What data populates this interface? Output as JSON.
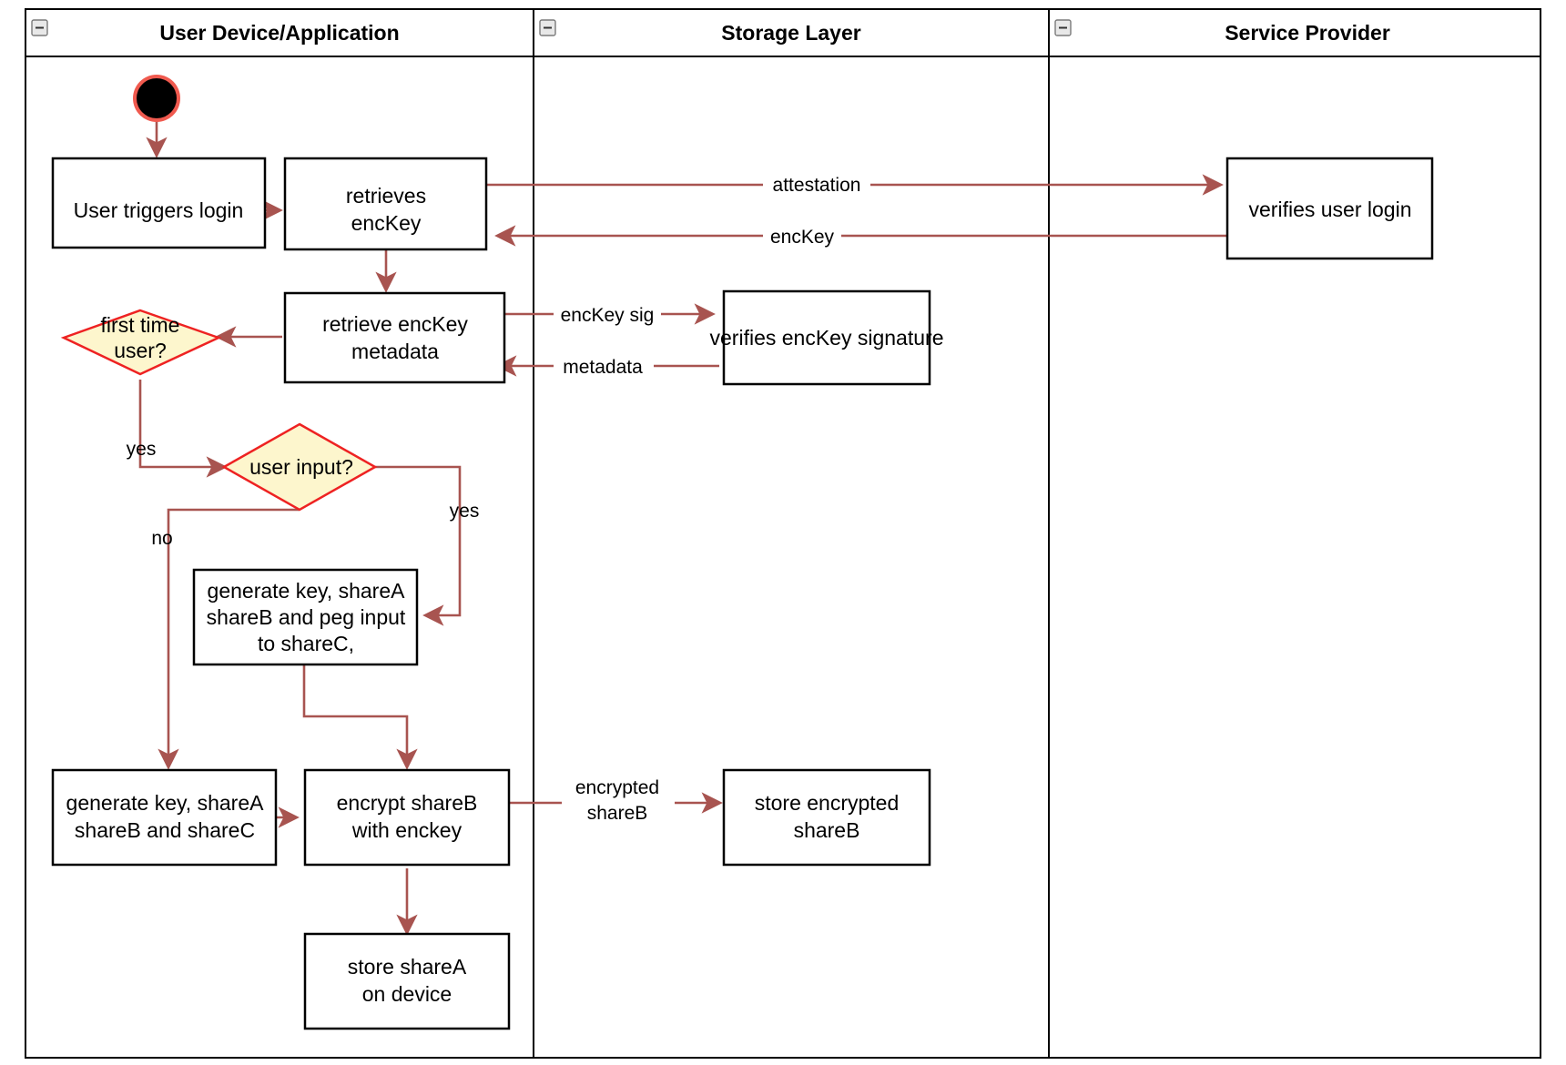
{
  "diagram": {
    "type": "uml-activity-swimlane",
    "lanes": [
      {
        "id": "user-device",
        "title": "User Device/Application",
        "collapse_icon": "collapse-minus-icon"
      },
      {
        "id": "storage-layer",
        "title": "Storage Layer",
        "collapse_icon": "collapse-minus-icon"
      },
      {
        "id": "service-provider",
        "title": "Service Provider",
        "collapse_icon": "collapse-minus-icon"
      }
    ],
    "nodes": {
      "start": {
        "kind": "initial-node",
        "label": ""
      },
      "user_triggers_login": {
        "kind": "action",
        "lines": [
          "User triggers login"
        ]
      },
      "retrieves_enckey": {
        "kind": "action",
        "lines": [
          "retrieves",
          "encKey"
        ]
      },
      "retrieve_enckey_metadata": {
        "kind": "action",
        "lines": [
          "retrieve encKey",
          "metadata"
        ]
      },
      "first_time_user": {
        "kind": "decision",
        "lines": [
          "first time",
          "user?"
        ]
      },
      "user_input": {
        "kind": "decision",
        "lines": [
          "user input?"
        ]
      },
      "generate_peg": {
        "kind": "action",
        "lines": [
          "generate key, shareA",
          "shareB and peg input",
          "to shareC,"
        ]
      },
      "generate_abc": {
        "kind": "action",
        "lines": [
          "generate key, shareA",
          "shareB and shareC"
        ]
      },
      "encrypt_shareb": {
        "kind": "action",
        "lines": [
          "encrypt shareB",
          "with enckey"
        ]
      },
      "store_sharea": {
        "kind": "action",
        "lines": [
          "store shareA",
          "on device"
        ]
      },
      "verifies_enckey_signature": {
        "kind": "action",
        "lines": [
          "verifies encKey signature"
        ]
      },
      "store_encrypted_shareb": {
        "kind": "action",
        "lines": [
          "store encrypted",
          "shareB"
        ]
      },
      "verifies_user_login": {
        "kind": "action",
        "lines": [
          "verifies user login"
        ]
      }
    },
    "edge_labels": {
      "attestation": "attestation",
      "enckey": "encKey",
      "enckey_sig": "encKey sig",
      "metadata": "metadata",
      "first_time_yes": "yes",
      "user_input_yes": "yes",
      "user_input_no": "no",
      "encrypted_shareb_l1": "encrypted",
      "encrypted_shareb_l2": "shareB"
    },
    "colors": {
      "edge": "#a85450",
      "decision_fill": "#fdf6cd",
      "decision_stroke": "#ee2222",
      "node_stroke": "#000000",
      "start_ring": "#f05a4f",
      "start_fill": "#000000",
      "lane_border": "#000000",
      "background": "#ffffff"
    }
  }
}
